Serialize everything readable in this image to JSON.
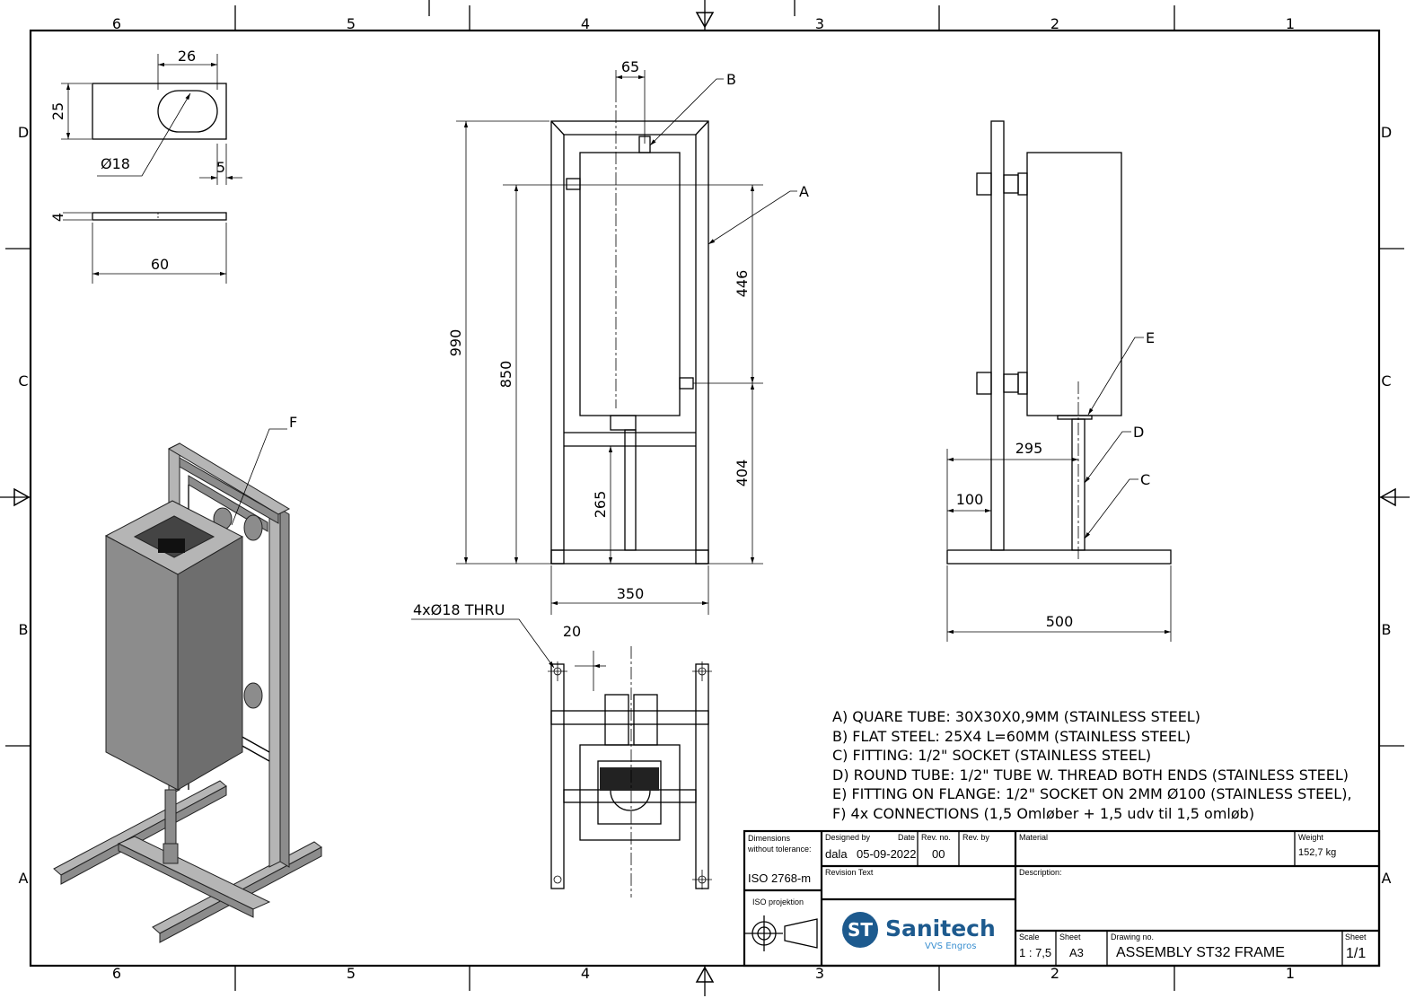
{
  "zones": {
    "columns": [
      "6",
      "5",
      "4",
      "3",
      "2",
      "1"
    ],
    "rows": [
      "D",
      "C",
      "B",
      "A"
    ]
  },
  "detail_flat_steel": {
    "width_26": "26",
    "height_25": "25",
    "hole_dia": "Ø18",
    "edge_5": "5",
    "thickness_4": "4",
    "length_60": "60"
  },
  "front_view": {
    "dim_65": "65",
    "dim_990": "990",
    "dim_850": "850",
    "dim_446": "446",
    "dim_404": "404",
    "dim_265": "265",
    "dim_350": "350",
    "label_a": "A",
    "label_b": "B"
  },
  "side_view": {
    "dim_295": "295",
    "dim_100": "100",
    "dim_500": "500",
    "label_c": "C",
    "label_d": "D",
    "label_e": "E"
  },
  "top_view": {
    "holes_note": "4xØ18 THRU",
    "dim_20": "20"
  },
  "iso_view": {
    "label_f": "F"
  },
  "notes": [
    "A) QUARE TUBE: 30X30X0,9MM (STAINLESS STEEL)",
    "B) FLAT STEEL: 25X4 L=60MM (STAINLESS STEEL)",
    "C) FITTING: 1/2\" SOCKET (STAINLESS STEEL)",
    "D) ROUND TUBE: 1/2\" TUBE W. THREAD BOTH ENDS (STAINLESS STEEL)",
    "E) FITTING ON FLANGE: 1/2\" SOCKET ON 2MM Ø100 (STAINLESS STEEL),",
    "F) 4x CONNECTIONS (1,5 Omløber + 1,5 udv til 1,5 omløb)"
  ],
  "title_block": {
    "dimensions_label_1": "Dimensions",
    "dimensions_label_2": "without tolerance:",
    "tolerance_standard": "ISO 2768-m",
    "projection_label": "ISO projektion",
    "designed_by_label": "Designed by",
    "designed_by": "dala",
    "date_label": "Date",
    "date": "05-09-2022",
    "rev_no_label": "Rev. no.",
    "rev_no": "00",
    "rev_by_label": "Rev. by",
    "material_label": "Material",
    "weight_label": "Weight",
    "weight": "152,7 kg",
    "revision_text_label": "Revision Text",
    "description_label": "Description:",
    "scale_label": "Scale",
    "scale": "1 : 7,5",
    "sheet_size_label": "Sheet",
    "sheet_size": "A3",
    "drawing_no_label": "Drawing no.",
    "drawing_no": "ASSEMBLY ST32 FRAME",
    "sheet_label": "Sheet",
    "sheet": "1/1",
    "logo_name": "Sanitech",
    "logo_sub": "VVS Engros",
    "brand_color": "#1d5a8e",
    "brand_sub_color": "#3a8fd0"
  }
}
